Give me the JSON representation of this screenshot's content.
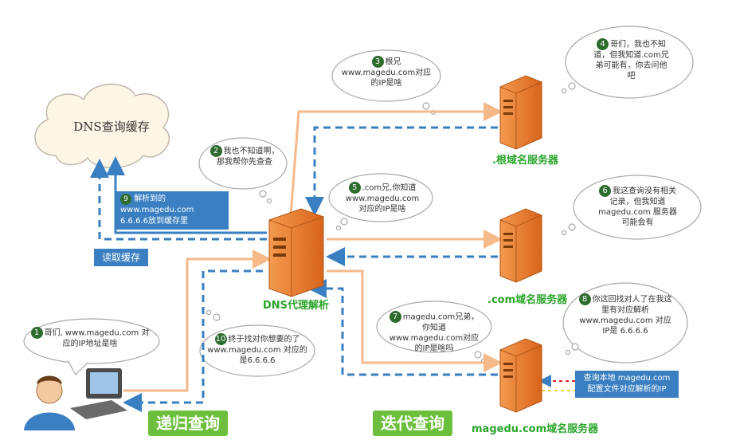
{
  "cache": {
    "title": "DNS查询缓存"
  },
  "proxy": {
    "label": "DNS代理解析"
  },
  "servers": {
    "root": ".根域名服务器",
    "com": ".com域名服务器",
    "magedu": "magedu.com域名服务器"
  },
  "bubbles": [
    {
      "num": "1",
      "text": "哥们, www.magedu.com 对应的IP地址是啥"
    },
    {
      "num": "2",
      "text": "我也不知道啊，那我帮你先查查"
    },
    {
      "num": "3",
      "text": "根兄 www.magedu.com对应的IP是啥"
    },
    {
      "num": "4",
      "text": "哥们，我也不知道，但我知道.com兄弟可能有，你去问他吧"
    },
    {
      "num": "5",
      "text": ".com兄,你知道www.magedu.com对应的IP是啥"
    },
    {
      "num": "6",
      "text": "我这查询没有相关记录，但我知道magedu.com 服务器可能会有"
    },
    {
      "num": "7",
      "text": "magedu.com兄弟，你知道www.magedu.com对应的IP是啥吗"
    },
    {
      "num": "8",
      "text": "你这回找对人了在我这里有对应解析 www.magedu.com 对应IP是 6.6.6.6"
    },
    {
      "num": "9",
      "text": "解析到的 www.magedu.com 6.6.6.6放到缓存里"
    },
    {
      "num": "10",
      "text": "终于找对你想要的了 www.magedu.com 对应的是6.6.6.6"
    }
  ],
  "read_cache": "读取缓存",
  "local_query": "查询本地 magedu.com 配置文件对应解析的IP",
  "recursive": "递归查询",
  "iterative": "迭代查询",
  "colors": {
    "orange": "#f5b98a",
    "blue": "#3a7fc1",
    "green": "#2aa52a",
    "server": "#e8732a"
  }
}
